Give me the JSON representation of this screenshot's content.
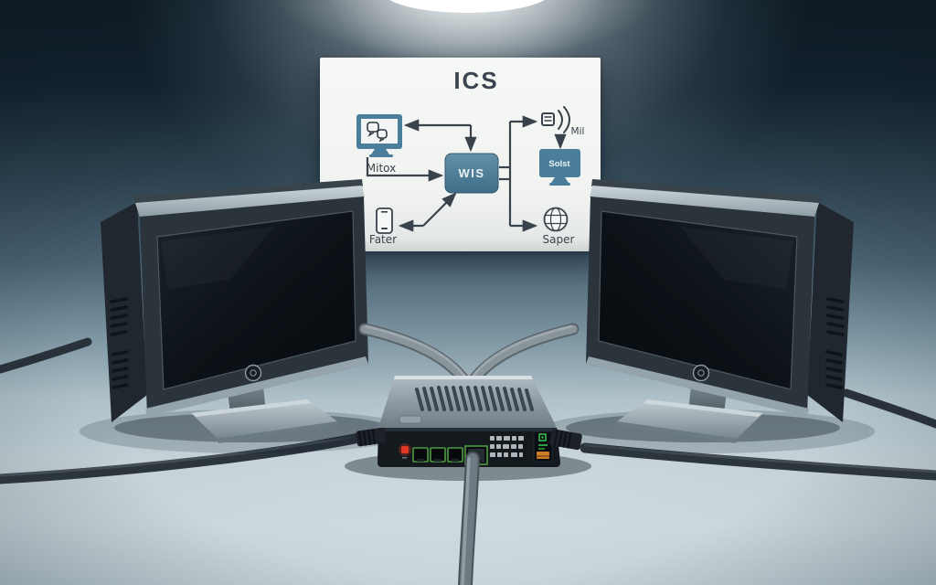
{
  "board": {
    "title": "ICS",
    "nodes": {
      "workstation": {
        "label": "Mitox",
        "icon": "monitor-chat-icon"
      },
      "hub": {
        "label": "WIS",
        "icon": "hub-box"
      },
      "phone": {
        "label": "Fater",
        "icon": "smartphone-icon"
      },
      "wireless": {
        "label": "Mil",
        "icon": "speaker-waves-icon"
      },
      "server": {
        "label": "Solst",
        "icon": "monitor-icon"
      },
      "internet": {
        "label": "Saper",
        "icon": "globe-icon"
      }
    }
  },
  "colors": {
    "background_top": "#0e1b25",
    "floor": "#c6d3d9",
    "board_bg": "#f2f4f2",
    "diagram_accent": "#4a7e9a",
    "diagram_ink": "#39434b",
    "monitor_body": "#2b333b",
    "screen": "#0c1116",
    "router_top": "#9aa6ae",
    "router_face": "#14191e",
    "led_red": "#e03a26",
    "port_green": "#4d9a43",
    "indicator_green": "#38c74f",
    "label_amber": "#cd7c28",
    "cable_gray": "#6e7a81"
  }
}
